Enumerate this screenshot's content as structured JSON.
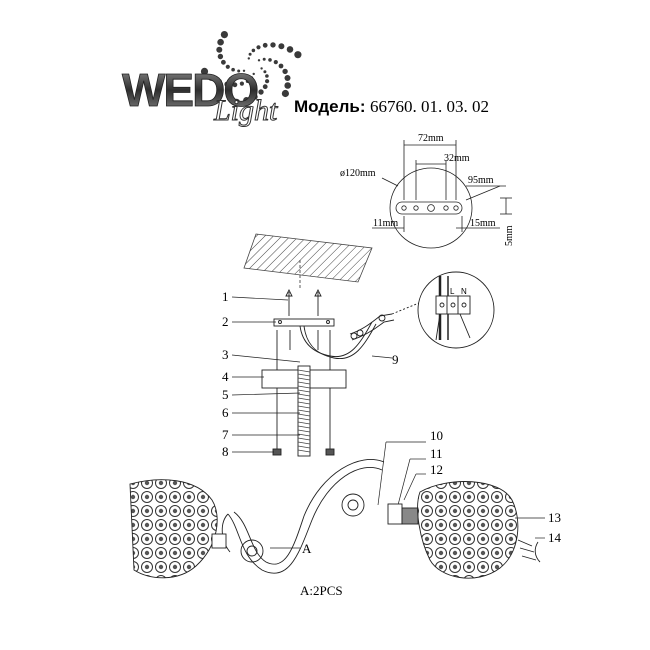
{
  "brand": {
    "name": "WEDO",
    "script": "Light"
  },
  "model": {
    "label": "Модель:",
    "code": "66760. 01. 03. 02"
  },
  "dimensions": {
    "width_72": "72mm",
    "width_32": "32mm",
    "diameter": "ø120mm",
    "width_95": "95mm",
    "left_11": "11mm",
    "right_15": "15mm",
    "height_5": "5mm"
  },
  "terminal_labels": [
    "L",
    "N"
  ],
  "part_labels": [
    "1",
    "2",
    "3",
    "4",
    "5",
    "6",
    "7",
    "8",
    "9",
    "10",
    "11",
    "12",
    "13",
    "14"
  ],
  "callout_a": "A",
  "note": "A:2PCS",
  "colors": {
    "line": "#222222",
    "brand": "#3a3a3a"
  }
}
